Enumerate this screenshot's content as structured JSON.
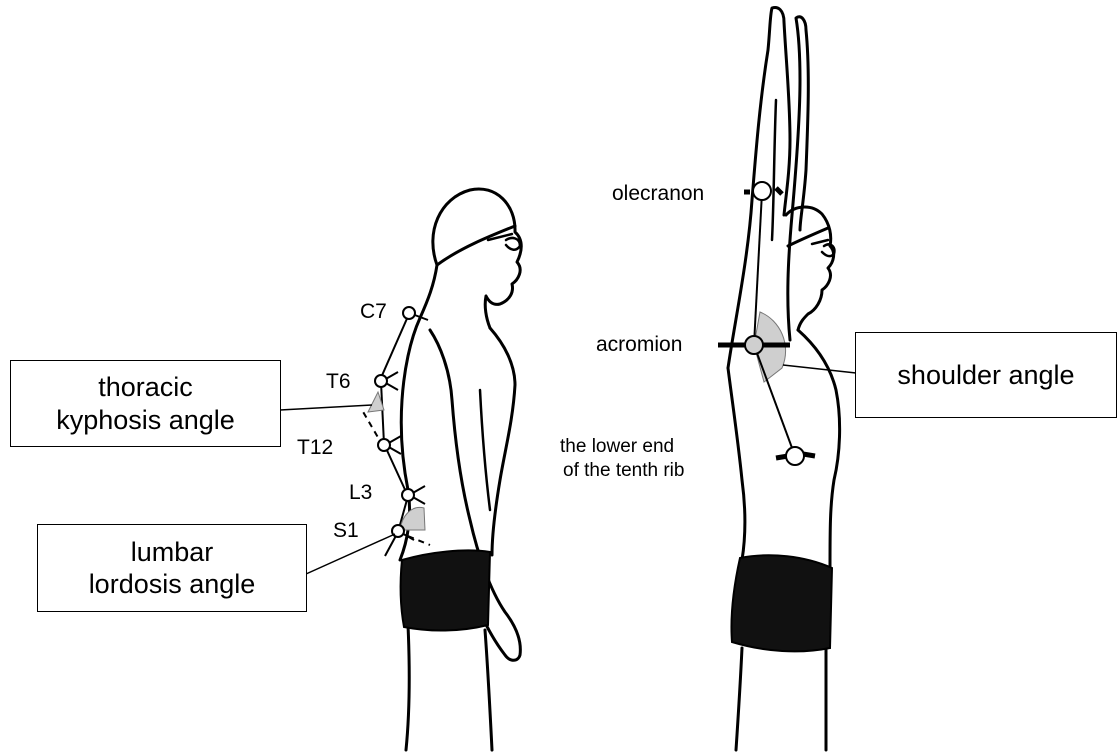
{
  "left_figure": {
    "markers": {
      "c7": "C7",
      "t6": "T6",
      "t12": "T12",
      "l3": "L3",
      "s1": "S1"
    },
    "thoracic_box": {
      "line1": "thoracic",
      "line2": "kyphosis angle"
    },
    "lumbar_box": {
      "line1": "lumbar",
      "line2": "lordosis angle"
    }
  },
  "right_figure": {
    "olecranon": "olecranon",
    "acromion": "acromion",
    "rib": {
      "line1": "the lower end",
      "line2": "of the tenth rib"
    },
    "shoulder_box": "shoulder angle"
  },
  "colors": {
    "line": "#000000",
    "angle_fill": "#cfcfcf",
    "trunks": "#111111",
    "background": "#ffffff"
  }
}
